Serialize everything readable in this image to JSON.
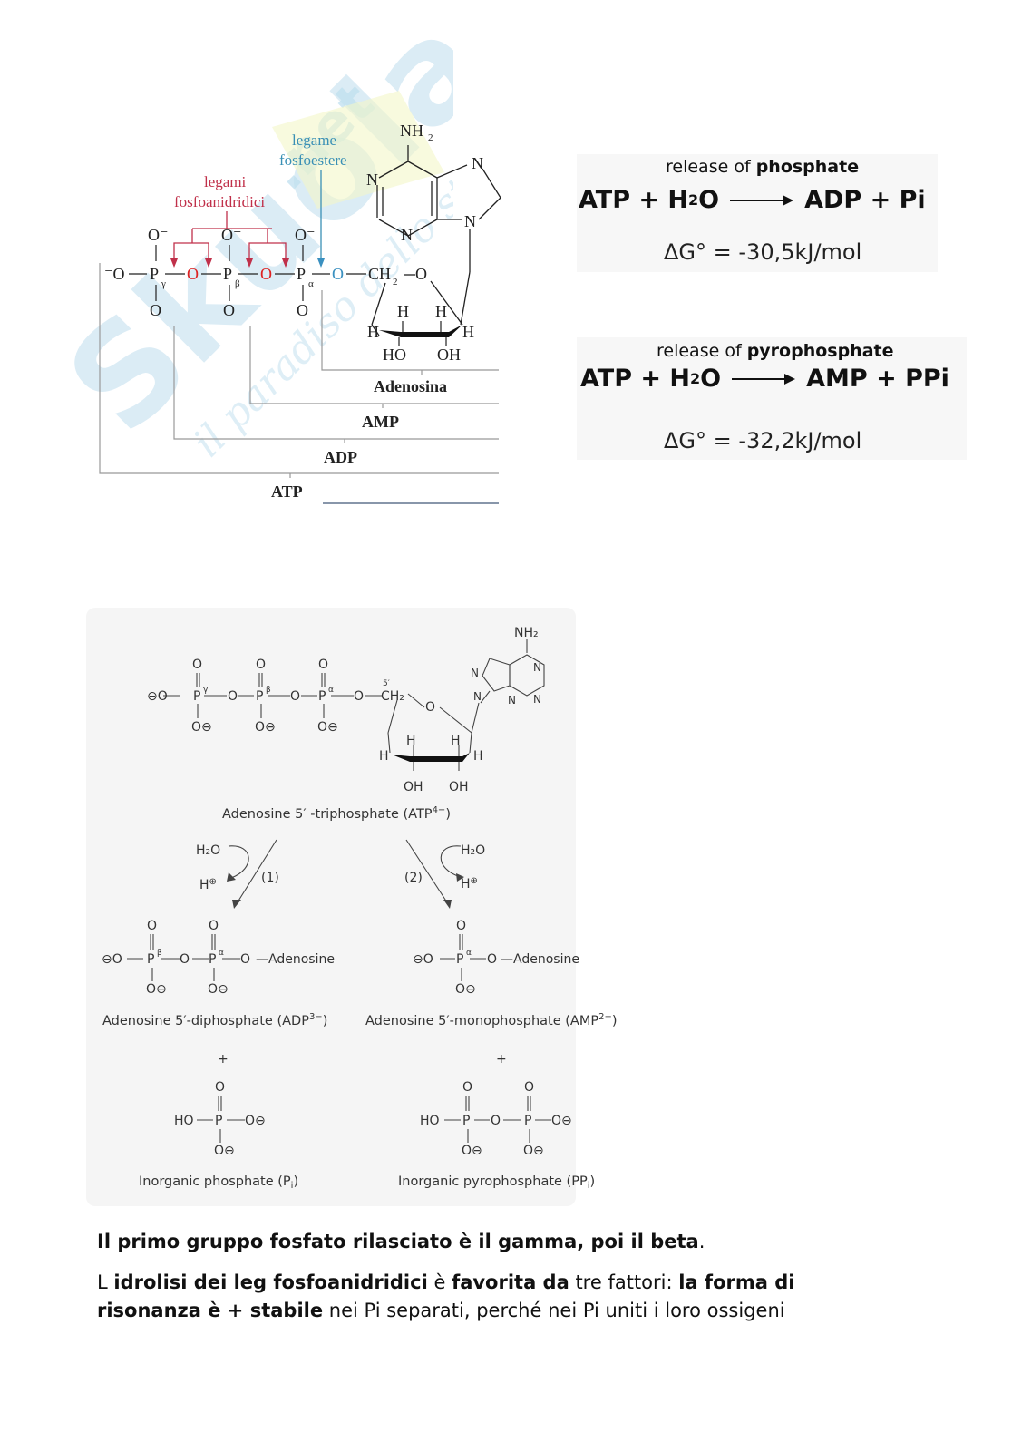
{
  "watermark": {
    "brand": "Skuola",
    "ext": ".net",
    "tagline": "il paradiso dello studente"
  },
  "figure1": {
    "label_phosphoanhydride_line1": "legami",
    "label_phosphoanhydride_line2": "fosfoanidridici",
    "label_phosphoester_line1": "legame",
    "label_phosphoester_line2": "fosfoestere",
    "amine": "NH",
    "amine_sub": "2",
    "bracket_adenosina": "Adenosina",
    "bracket_amp": "AMP",
    "bracket_adp": "ADP",
    "bracket_atp": "ATP"
  },
  "equations": {
    "eq1": {
      "caption_prefix": "release of ",
      "caption_bold": "phosphate",
      "left_a": "ATP + H",
      "left_sub": "2",
      "left_b": "O",
      "right": "ADP + Pi",
      "dg": "ΔG° = -30,5kJ/mol"
    },
    "eq2": {
      "caption_prefix": "release of ",
      "caption_bold": "pyrophosphate",
      "left_a": "ATP + H",
      "left_sub": "2",
      "left_b": "O",
      "right": "AMP + PPi",
      "dg": "ΔG° = -32,2kJ/mol"
    }
  },
  "figure2": {
    "caption_atp": "Adenosine 5′ -triphosphate (ATP",
    "caption_atp_charge": "4−",
    "water": "H₂O",
    "proton": "H",
    "step1": "(1)",
    "step2": "(2)",
    "adenosine": "Adenosine",
    "caption_adp": "Adenosine 5′-diphosphate (ADP",
    "caption_adp_charge": "3−",
    "caption_amp": "Adenosine 5′-monophosphate (AMP",
    "caption_amp_charge": "2−",
    "plus": "+",
    "caption_pi": "Inorganic phosphate (P",
    "caption_ppi": "Inorganic pyrophosphate (PP",
    "sub_i": "i"
  },
  "paragraphs": {
    "p1": "Il primo gruppo fosfato rilasciato è il gamma, poi il beta",
    "p1_end": ".",
    "p2_a": "L ",
    "p2_b": "idrolisi dei leg fosfoanidridici",
    "p2_c": " è ",
    "p2_d": "favorita da",
    "p2_e": " tre fattori: ",
    "p2_f": "la forma di",
    "p2_g": "risonanza è + stabile",
    "p2_h": " nei Pi separati, perché nei Pi uniti i loro ossigeni"
  }
}
